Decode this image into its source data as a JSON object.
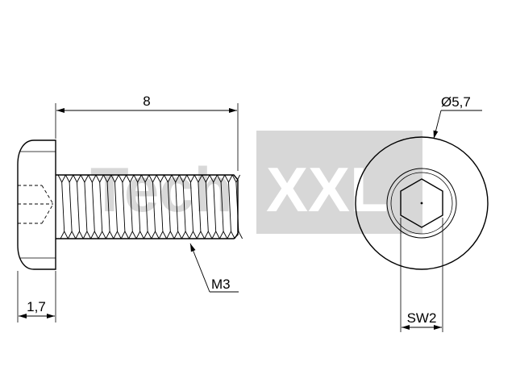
{
  "watermark": {
    "part1": "Tech",
    "part2": "XXL"
  },
  "dimensions": {
    "length": "8",
    "head_height": "1,7",
    "thread": "M3",
    "head_diameter": "Ø5,7",
    "socket_size": "SW2"
  },
  "colors": {
    "line": "#000000",
    "watermark_gray": "#c8c8c8",
    "watermark_box": "#bdbdbd"
  }
}
